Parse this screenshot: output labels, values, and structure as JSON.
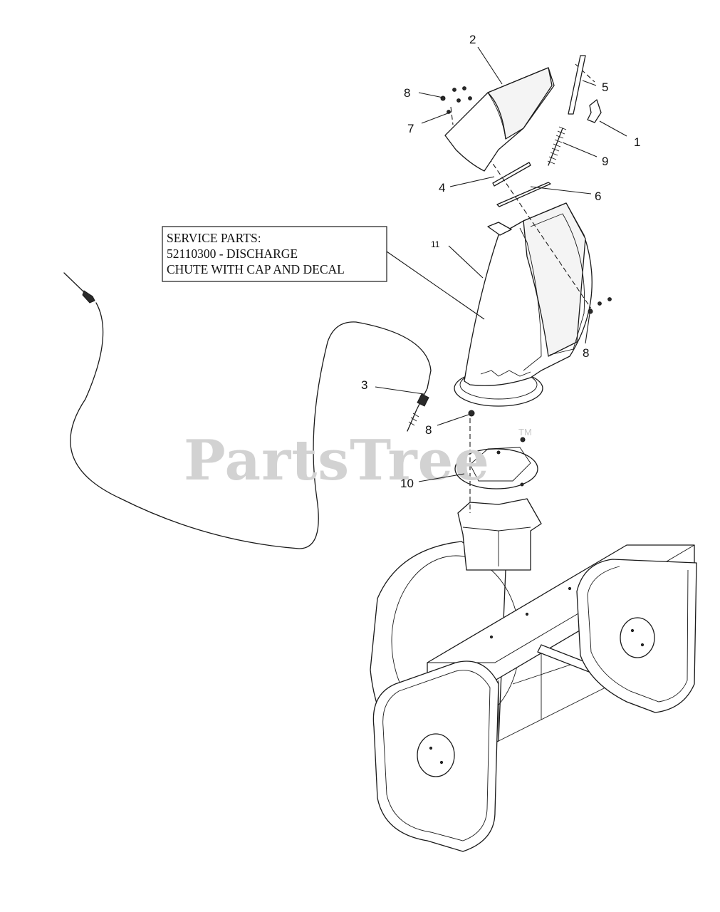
{
  "service_note": {
    "lines": [
      "SERVICE PARTS:",
      "52110300 - DISCHARGE",
      "CHUTE WITH CAP AND DECAL"
    ]
  },
  "callouts": {
    "c1": "1",
    "c2": "2",
    "c3": "3",
    "c4": "4",
    "c5": "5",
    "c6": "6",
    "c7": "7",
    "c8a": "8",
    "c8b": "8",
    "c8c": "8",
    "c9": "9",
    "c10": "10",
    "c11": "11"
  },
  "watermark": {
    "text": "PartsTree",
    "tm": "TM"
  }
}
